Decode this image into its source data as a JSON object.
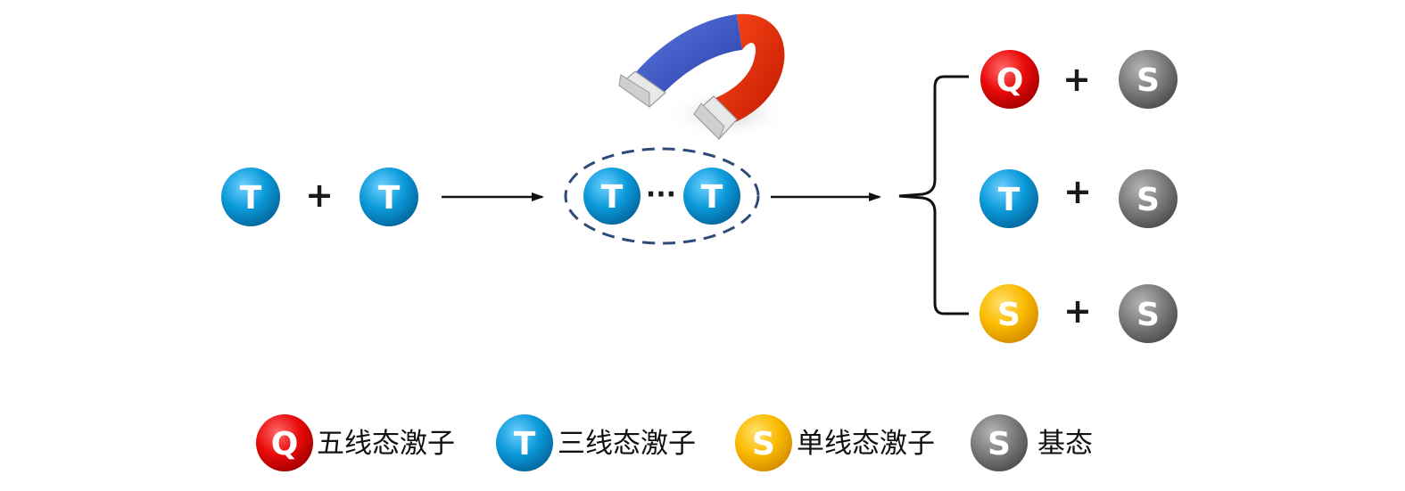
{
  "particles": {
    "Q": {
      "letter": "Q",
      "color": "#e30613"
    },
    "T": {
      "letter": "T",
      "color": "#0a8fcf"
    },
    "S1": {
      "letter": "S",
      "color": "#fbb900"
    },
    "S0": {
      "letter": "S",
      "color": "#7a7a7a"
    }
  },
  "reaction": {
    "plus": "+",
    "pair_dots": "···",
    "magnet_icon": "horseshoe-magnet-icon"
  },
  "legend": [
    {
      "key": "Q",
      "text": "五线态激子"
    },
    {
      "key": "T",
      "text": "三线态激子"
    },
    {
      "key": "S1",
      "text": "单线态激子"
    },
    {
      "key": "S0",
      "text": "基态"
    }
  ]
}
